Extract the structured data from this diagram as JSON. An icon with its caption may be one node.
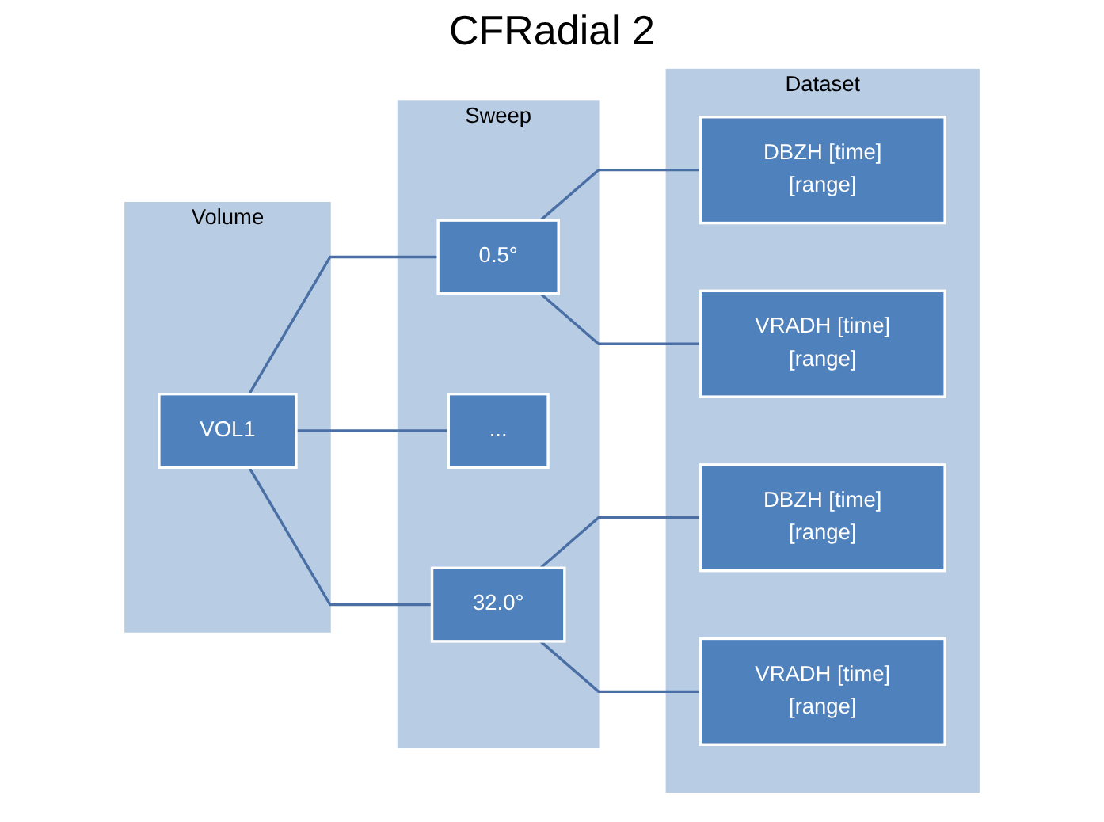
{
  "diagram": {
    "title": "CFRadial 2",
    "nodes": [
      {
        "text": [
          "Volume"
        ]
      },
      {
        "text": [
          "Sweep"
        ]
      },
      {
        "text": [
          "Dataset"
        ]
      },
      {
        "text": [
          "VOL1"
        ],
        "in": 0
      },
      {
        "text": [
          "0.5°"
        ],
        "in": 1
      },
      {
        "text": [
          "..."
        ],
        "in": 1
      },
      {
        "text": [
          "32.0°"
        ],
        "in": 1
      },
      {
        "text": [
          "DBZH [time][range]"
        ],
        "in": 2
      },
      {
        "text": [
          "VRADH [time][range]"
        ],
        "in": 2
      },
      {
        "text": [
          "DBZH [time][range]"
        ],
        "in": 2
      },
      {
        "text": [
          "VRADH [time][range]"
        ],
        "in": 2
      }
    ],
    "edges": [
      {
        "from": 3,
        "to": 4,
        "arrow": "none"
      },
      {
        "from": 3,
        "to": 5,
        "arrow": "none"
      },
      {
        "from": 3,
        "to": 6,
        "arrow": "none"
      },
      {
        "from": 4,
        "to": 7,
        "arrow": "none"
      },
      {
        "from": 4,
        "to": 8,
        "arrow": "none"
      },
      {
        "from": 6,
        "to": 9,
        "arrow": "none"
      },
      {
        "from": 6,
        "to": 10,
        "arrow": "none"
      }
    ]
  }
}
